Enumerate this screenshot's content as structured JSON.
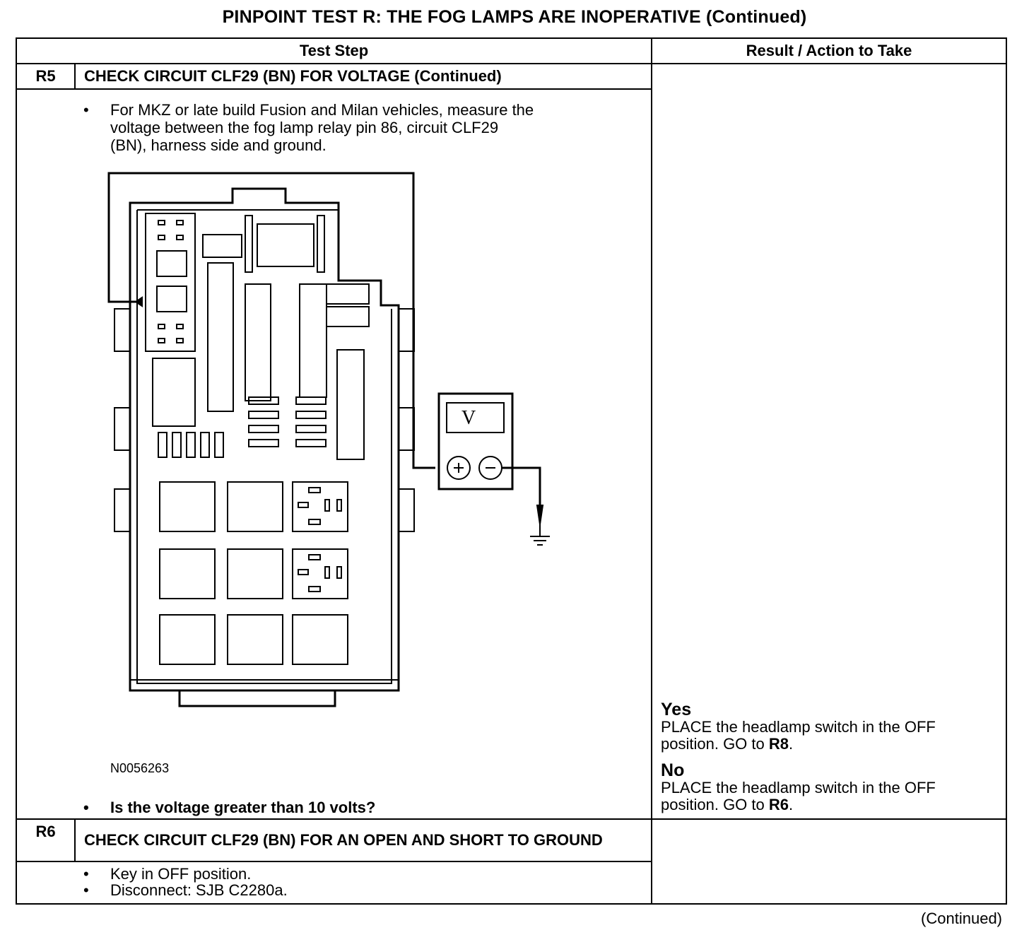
{
  "title": "PINPOINT TEST  R: THE FOG LAMPS ARE INOPERATIVE (Continued)",
  "headers": {
    "test_step": "Test Step",
    "result": "Result / Action to Take"
  },
  "r5": {
    "id": "R5",
    "title": "CHECK CIRCUIT CLF29 (BN) FOR VOLTAGE (Continued)",
    "bullet1": "For MKZ or late build Fusion and Milan vehicles, measure the voltage between the fog lamp relay pin 86, circuit CLF29 (BN), harness side and ground.",
    "figure_code": "N0056263",
    "meter_symbol": "V",
    "question": "Is the voltage greater than 10 volts?",
    "yes_head": "Yes",
    "yes_text_a": "PLACE the headlamp switch in the OFF position. GO to ",
    "yes_target": "R8",
    "no_head": "No",
    "no_text_a": "PLACE the headlamp switch in the OFF position. GO to ",
    "no_target": "R6",
    "period": "."
  },
  "r6": {
    "id": "R6",
    "title": "CHECK CIRCUIT CLF29 (BN) FOR AN OPEN AND SHORT TO GROUND",
    "bullet1": "Key in OFF position.",
    "bullet2": "Disconnect: SJB C2280a."
  },
  "continued": "(Continued)"
}
